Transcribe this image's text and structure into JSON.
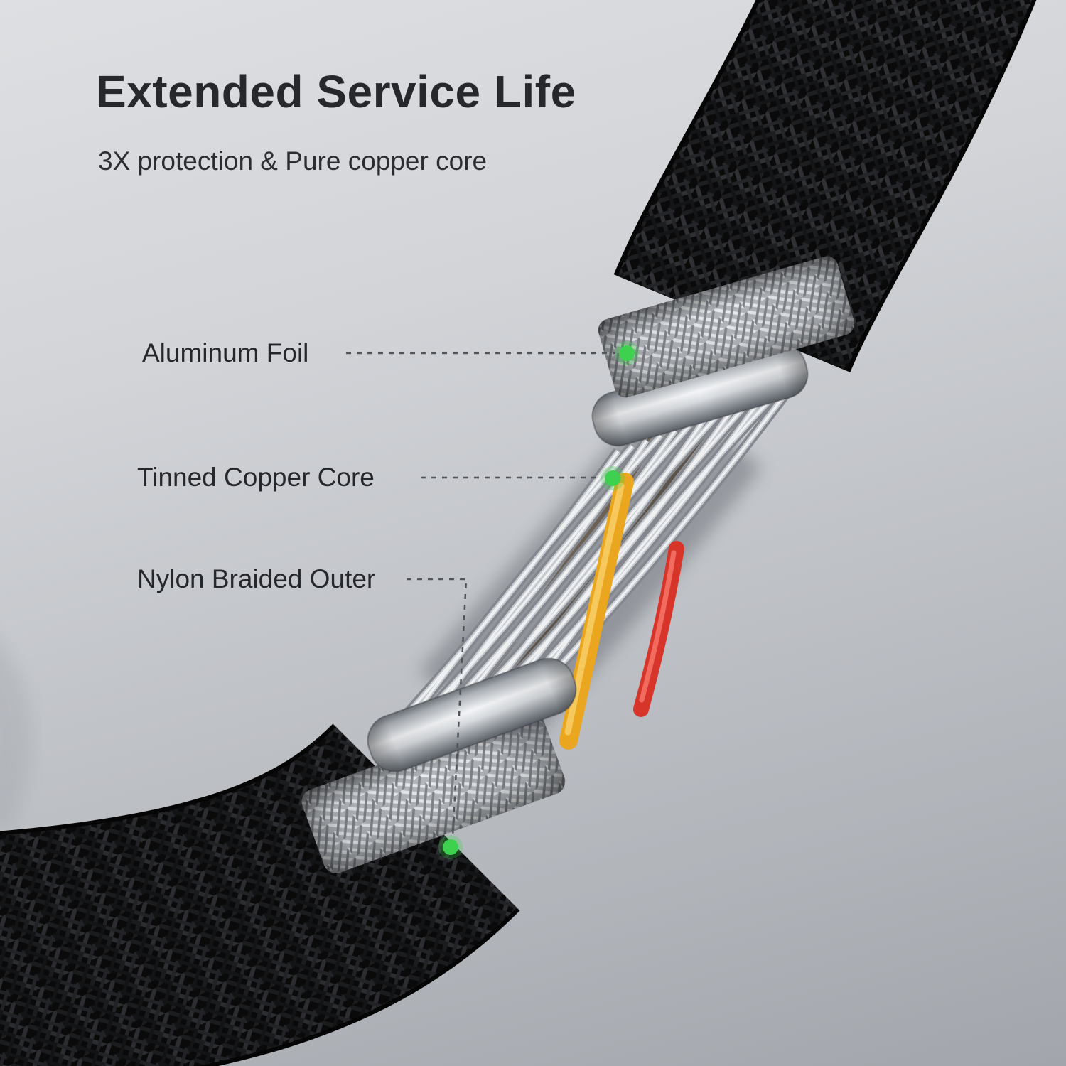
{
  "page": {
    "title": "Extended Service Life",
    "subtitle": "3X protection & Pure copper core"
  },
  "callouts": {
    "aluminum_foil": {
      "label": "Aluminum Foil"
    },
    "tinned_copper_core": {
      "label": "Tinned Copper Core"
    },
    "nylon_braided_outer": {
      "label": "Nylon Braided Outer"
    }
  },
  "colors": {
    "accent_green": "#3ed14f",
    "wire_yellow": "#e9a61e",
    "wire_red": "#d8352a",
    "heading_text": "#26282c",
    "background_top": "#dcdee1",
    "background_bottom": "#9fa3a9"
  }
}
